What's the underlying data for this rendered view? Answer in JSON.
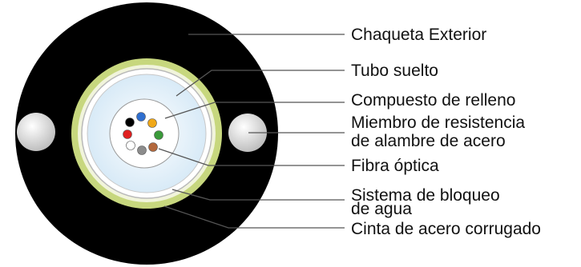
{
  "diagram": {
    "labels": {
      "jacket": "Chaqueta Exterior",
      "loose_tube": "Tubo suelto",
      "filling": "Compuesto de relleno",
      "strength_1": "Miembro de resistencia",
      "strength_2": "de alambre de acero",
      "fiber": "Fibra óptica",
      "water_1": "Sistema de bloqueo",
      "water_2": "de agua",
      "steel_tape": "Cinta de acero corrugado"
    },
    "colors": {
      "jacket": "#000000",
      "steel_tape": "#c7d77e",
      "water_block": "#f1f4dc",
      "loose_tube": "#ffffff",
      "gel_fill": "#dfeef8",
      "wire": "#e4e4e4",
      "leader_line": "#555555"
    },
    "fibers": [
      {
        "name": "fiber-blue",
        "color": "#2f6fd0"
      },
      {
        "name": "fiber-orange",
        "color": "#f0a818"
      },
      {
        "name": "fiber-green",
        "color": "#3a9a3a"
      },
      {
        "name": "fiber-brown",
        "color": "#b3683c"
      },
      {
        "name": "fiber-gray",
        "color": "#8c8c8c"
      },
      {
        "name": "fiber-white",
        "color": "#ffffff"
      },
      {
        "name": "fiber-red",
        "color": "#e02020"
      },
      {
        "name": "fiber-black",
        "color": "#000000"
      }
    ]
  }
}
